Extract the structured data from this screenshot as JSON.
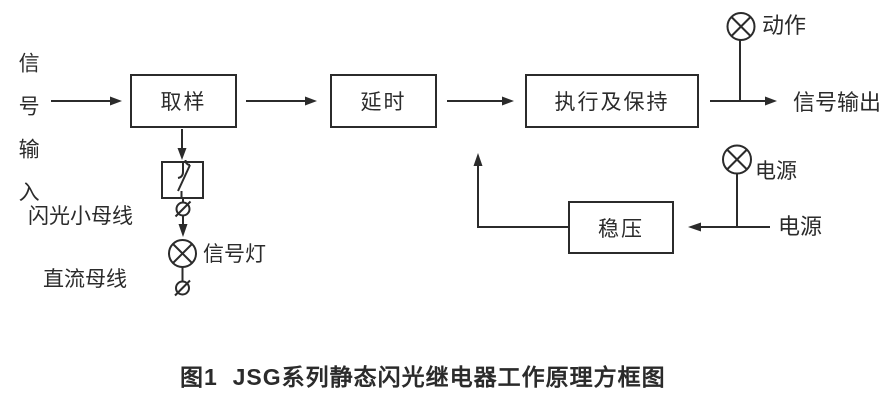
{
  "colors": {
    "line": "#2b2b2b",
    "text": "#2b2b2b",
    "background": "#ffffff"
  },
  "diagram": {
    "signal_input_vertical": "信号输入",
    "flash_bus": "闪光小母线",
    "dc_bus": "直流母线",
    "signal_lamp": "信号灯",
    "blocks": {
      "sampling": "取样",
      "delay": "延时",
      "execute_hold": "执行及保持",
      "regulator": "稳压"
    },
    "action_lamp": "动作",
    "signal_output": "信号输出",
    "power_lamp": "电源",
    "power_source": "电源",
    "caption": "图1  JSG系列静态闪光继电器工作原理方框图"
  }
}
